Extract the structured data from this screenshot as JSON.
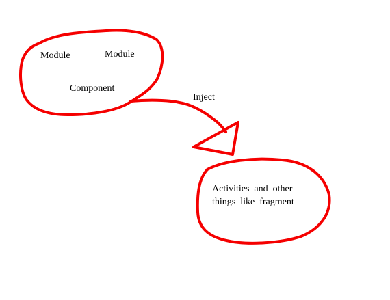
{
  "diagram": {
    "top_cloud": {
      "module_left_label": "Module",
      "module_right_label": "Module",
      "component_label": "Component"
    },
    "edge": {
      "label": "Inject"
    },
    "bottom_cloud": {
      "line1": "Activities  and  other",
      "line2": "things  like  fragment"
    }
  },
  "colors": {
    "stroke": "#f50000",
    "text": "#000000",
    "background": "#ffffff"
  }
}
